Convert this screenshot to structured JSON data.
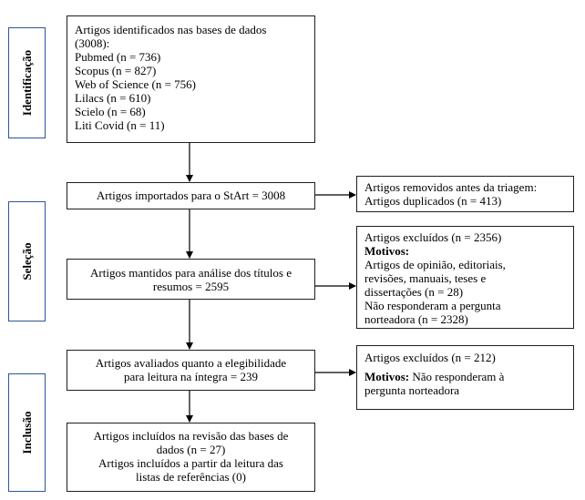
{
  "stages": {
    "identification": "Identificação",
    "selection": "Seleção",
    "inclusion": "Inclusão"
  },
  "identified": {
    "line1": "Artigos identificados nas bases de dados",
    "line2": "(3008):",
    "databases": [
      "Pubmed (n = 736)",
      "Scopus (n = 827)",
      "Web of Science (n = 756)",
      "Lilacs (n = 610)",
      "Scielo (n = 68)",
      "Liti Covid (n = 11)"
    ]
  },
  "imported": "Artigos importados para o StArt = 3008",
  "removed": {
    "line1": "Artigos removidos antes da triagem:",
    "line2": "Artigos duplicados (n = 413)"
  },
  "kept": {
    "line1": "Artigos mantidos para análise dos títulos e",
    "line2": "resumos = 2595"
  },
  "excluded1": {
    "line1": "Artigos excluídos (n = 2356)",
    "motives_label": "Motivos:",
    "line3": "Artigos de opinião, editoriais,",
    "line4": "revisões, manuais, teses e",
    "line5": "dissertações (n = 28)",
    "line6": "Não responderam a pergunta",
    "line7": "norteadora (n = 2328)"
  },
  "evaluated": {
    "line1": "Artigos avaliados quanto a elegibilidade",
    "line2": "para leitura na íntegra = 239"
  },
  "excluded2": {
    "line1": "Artigos excluídos (n = 212)",
    "motives_label": "Motivos:",
    "line2a": " Não responderam à",
    "line3": "pergunta norteadora"
  },
  "included": {
    "line1": "Artigos incluídos na revisão das bases de",
    "line2": "dados (n = 27)",
    "line3": "Artigos incluídos a partir da leitura das",
    "line4": "listas de referências (0)"
  }
}
